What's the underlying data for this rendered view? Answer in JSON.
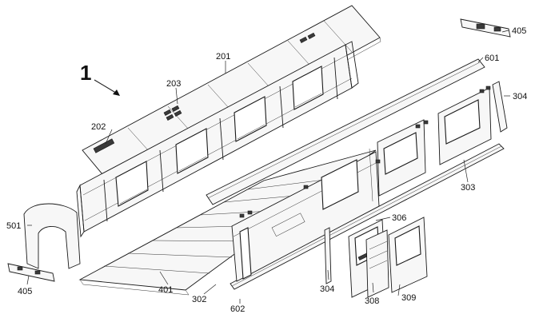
{
  "assembly_number": "1",
  "labels": {
    "l201": "201",
    "l202": "202",
    "l203": "203",
    "l302": "302",
    "l303": "303",
    "l304a": "304",
    "l304b": "304",
    "l306": "306",
    "l308": "308",
    "l309": "309",
    "l401": "401",
    "l405a": "405",
    "l405b": "405",
    "l501": "501",
    "l601": "601",
    "l602": "602"
  }
}
